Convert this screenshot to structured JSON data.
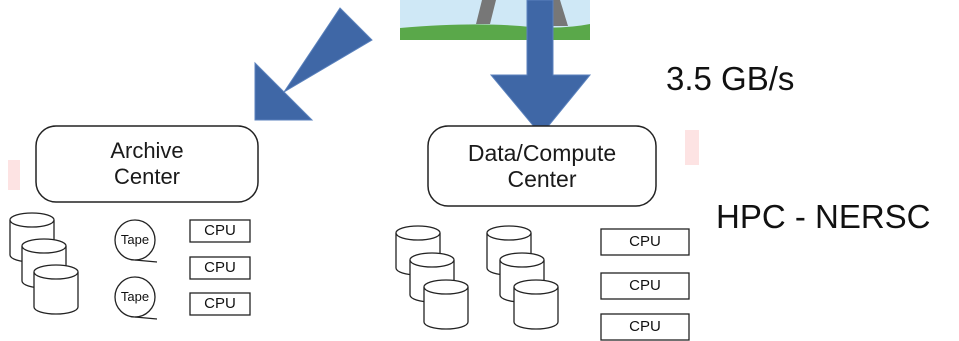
{
  "archive_center": {
    "label_line1": "Archive",
    "label_line2": "Center",
    "tapes": [
      "Tape",
      "Tape"
    ],
    "cpus": [
      "CPU",
      "CPU",
      "CPU"
    ]
  },
  "compute_center": {
    "label_line1": "Data/Compute",
    "label_line2": "Center",
    "cpus": [
      "CPU",
      "CPU",
      "CPU"
    ]
  },
  "annotations": {
    "bandwidth": "3.5 GB/s",
    "hpc": "HPC - NERSC"
  },
  "colors": {
    "arrow": "#3f67a6",
    "sky": "#cfe8f6",
    "grass": "#5aa84a",
    "tower": "#777777"
  }
}
